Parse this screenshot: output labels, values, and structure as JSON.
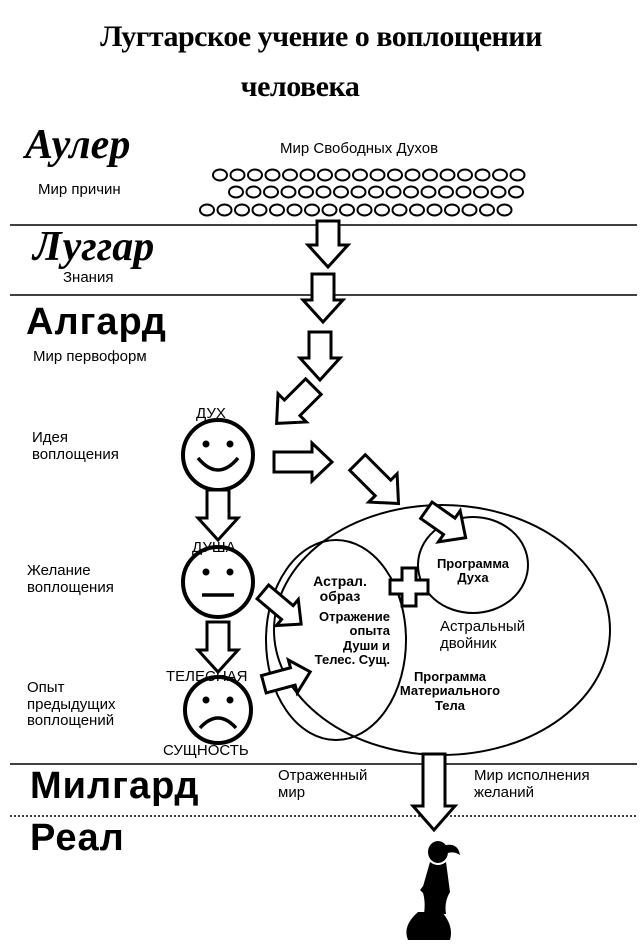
{
  "title_line1": "Лугтарское учение о воплощении",
  "title_line2": "человека",
  "levels": {
    "auler": "Аулер",
    "luggar": "Луггар",
    "algard": "Алгард",
    "milgard": "Милгард",
    "real": "Реал"
  },
  "labels": {
    "free_spirits_world": "Мир Свободных Духов",
    "causes_world": "Мир причин",
    "knowledge": "Знания",
    "protoforms_world": "Мир первоформ",
    "incarnation_idea": [
      "Идея",
      "воплощения"
    ],
    "incarnation_desire": [
      "Желание",
      "воплощения"
    ],
    "previous_experience": [
      "Опыт",
      "предыдущих",
      "воплощений"
    ],
    "spirit": "ДУХ",
    "soul": "ДУША",
    "bodily": "ТЕЛЕСНАЯ",
    "essence": "СУЩНОСТЬ",
    "astral_image": [
      "Астрал.",
      "образ"
    ],
    "reflection": [
      "Отражение",
      "опыта",
      "Души и",
      "Телес. Сущ."
    ],
    "spirit_program": [
      "Программа",
      "Духа"
    ],
    "astral_double": [
      "Астральный",
      "двойник"
    ],
    "material_body_program": [
      "Программа",
      "Материального",
      "Тела"
    ],
    "reflected_world": [
      "Отраженный",
      "мир"
    ],
    "wish_fulfillment_world": [
      "Мир исполнения",
      "желаний"
    ]
  },
  "icons": {
    "spirit_face": "smiling-face-icon",
    "soul_face": "neutral-face-icon",
    "body_face": "sad-face-icon",
    "cross": "plus-cross-icon",
    "person": "human-figure-icon"
  }
}
